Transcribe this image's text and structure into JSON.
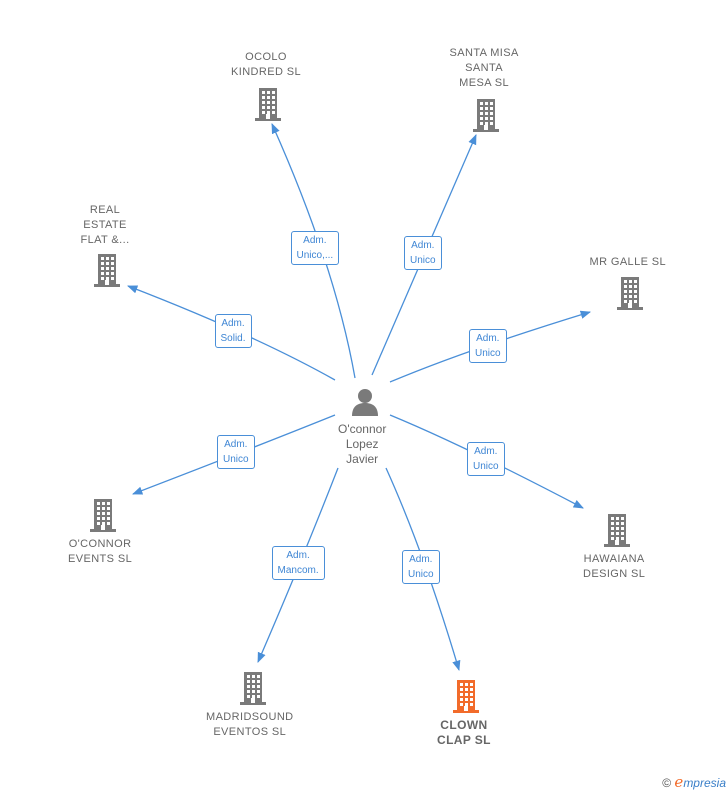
{
  "center": {
    "name_lines": [
      "O'connor",
      "Lopez",
      "Javier"
    ]
  },
  "nodes": [
    {
      "id": "ocolo",
      "lines": [
        "OCOLO",
        "KINDRED  SL"
      ],
      "role": [
        "Adm.",
        "Unico,..."
      ]
    },
    {
      "id": "santa",
      "lines": [
        "SANTA MISA",
        "SANTA",
        "MESA  SL"
      ],
      "role": [
        "Adm.",
        "Unico"
      ]
    },
    {
      "id": "real",
      "lines": [
        "REAL",
        "ESTATE",
        "FLAT &..."
      ],
      "role": [
        "Adm.",
        "Solid."
      ]
    },
    {
      "id": "galle",
      "lines": [
        "MR GALLE  SL"
      ],
      "role": [
        "Adm.",
        "Unico"
      ]
    },
    {
      "id": "oconnor",
      "lines": [
        "O'CONNOR",
        "EVENTS  SL"
      ],
      "role": [
        "Adm.",
        "Unico"
      ]
    },
    {
      "id": "hawaiana",
      "lines": [
        "HAWAIANA",
        "DESIGN  SL"
      ],
      "role": [
        "Adm.",
        "Unico"
      ]
    },
    {
      "id": "madrid",
      "lines": [
        "MADRIDSOUND",
        "EVENTOS  SL"
      ],
      "role": [
        "Adm.",
        "Mancom."
      ]
    },
    {
      "id": "clown",
      "lines": [
        "CLOWN",
        "CLAP  SL"
      ],
      "role": [
        "Adm.",
        "Unico"
      ],
      "highlight": true
    }
  ],
  "colors": {
    "edge": "#4a8fd8",
    "building": "#7a7a7a",
    "building_highlight": "#f26b2a",
    "person": "#7a7a7a"
  },
  "icons": {
    "company": "building-icon",
    "person": "person-icon"
  },
  "brand": {
    "copyright": "©",
    "initial": "e",
    "rest": "mpresia"
  }
}
